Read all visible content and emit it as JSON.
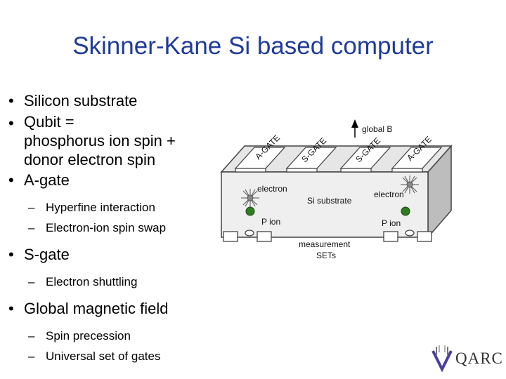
{
  "slide": {
    "title": "Skinner-Kane Si based computer"
  },
  "bullets": {
    "b1": "Silicon substrate",
    "b2_line1": "Qubit =",
    "b2_line2": "phosphorus ion spin +",
    "b2_line3": "donor electron spin",
    "b3": "A-gate",
    "b3_sub1": "Hyperfine interaction",
    "b3_sub2": "Electron-ion spin swap",
    "b4": "S-gate",
    "b4_sub1": "Electron shuttling",
    "b5": "Global magnetic field",
    "b5_sub1": "Spin precession",
    "b5_sub2": "Universal set of gates"
  },
  "diagram": {
    "gate_a1": "A-GATE",
    "gate_s1": "S-GATE",
    "gate_s2": "S-GATE",
    "gate_a2": "A-GATE",
    "global_b": "global B",
    "electron_left": "electron",
    "electron_right": "electron",
    "substrate": "Si substrate",
    "pion_left": "P ion",
    "pion_right": "P ion",
    "measurement": "measurement",
    "sets": "SETs",
    "colors": {
      "p_ion": "#2e7d1e",
      "gates": "#ffffff",
      "outline": "#444444"
    }
  },
  "logo": {
    "text": "QARC",
    "icon": "qarc-logo-icon"
  }
}
